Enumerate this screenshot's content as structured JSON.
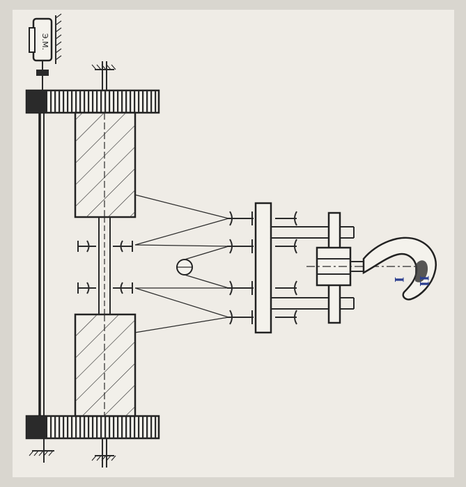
{
  "figure": {
    "motor_label": "Э.М.",
    "section_labels": [
      "I",
      "II"
    ],
    "colors": {
      "paper": "#efece6",
      "ink": "#2a2a2a",
      "label_blue": "#2a3d8f"
    }
  }
}
